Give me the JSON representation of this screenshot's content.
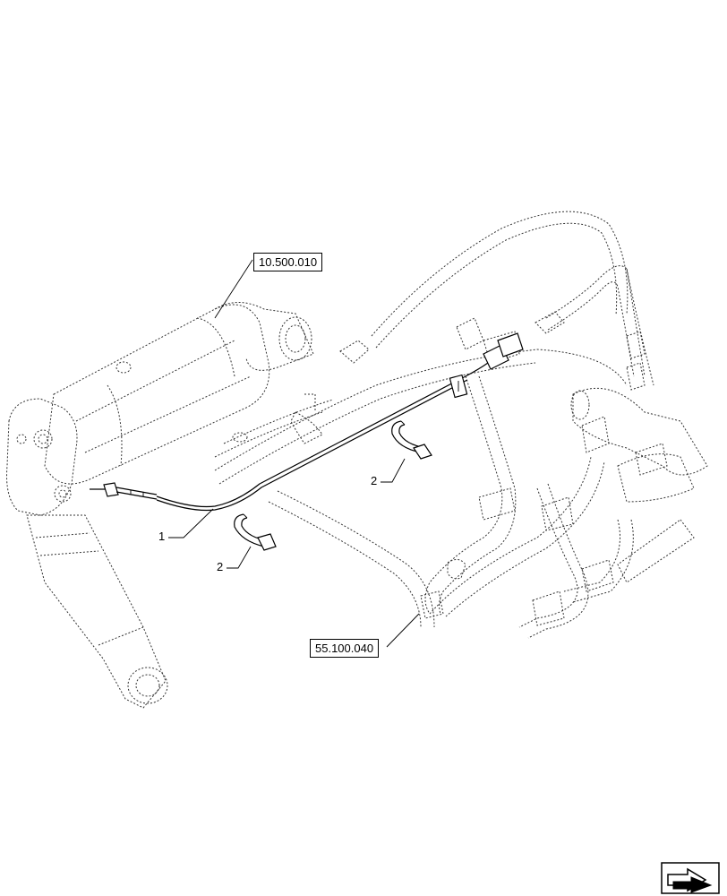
{
  "references": {
    "exhaust_ref": "10.500.010",
    "harness_ref": "55.100.040"
  },
  "callouts": {
    "item_1": "1",
    "item_2a": "2",
    "item_2b": "2"
  },
  "icons": {
    "nav": "next-page-arrow-icon"
  }
}
